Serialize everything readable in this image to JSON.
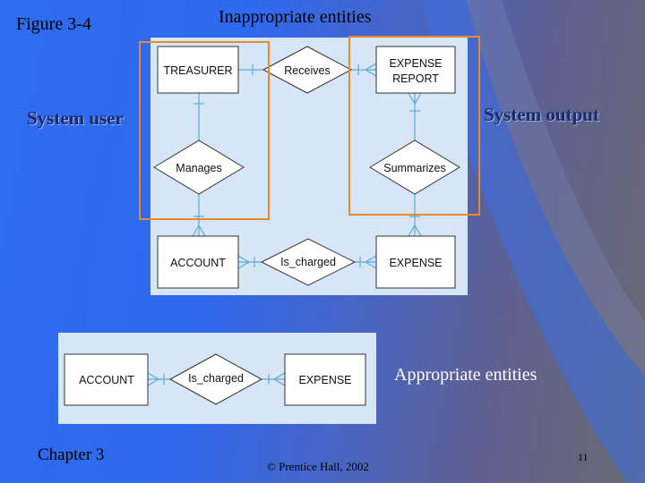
{
  "slide": {
    "figure_label": "Figure 3-4",
    "title": "Inappropriate entities",
    "callout_left": "System user",
    "callout_right": "System output",
    "appropriate_label": "Appropriate entities",
    "footer_left": "Chapter 3",
    "footer_center": "© Prentice Hall, 2002",
    "page_number": "11"
  },
  "inappropriate_diagram": {
    "entities": [
      "TREASURER",
      "EXPENSE",
      "REPORT",
      "ACCOUNT",
      "EXPENSE"
    ],
    "relationships": [
      "Receives",
      "Manages",
      "Summarizes",
      "Is_charged"
    ]
  },
  "appropriate_diagram": {
    "entities": [
      "ACCOUNT",
      "EXPENSE"
    ],
    "relationships": [
      "Is_charged"
    ]
  },
  "colors": {
    "background": "#2e6cf0",
    "panel": "#d6e6f6",
    "highlight": "#e8892f",
    "connector": "#5aa9d6"
  }
}
